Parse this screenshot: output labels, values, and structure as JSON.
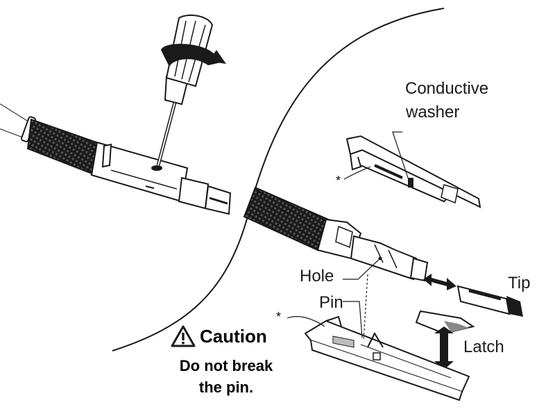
{
  "labels": {
    "conductive_washer_line1": "Conductive",
    "conductive_washer_line2": "washer",
    "hole": "Hole",
    "pin": "Pin",
    "tip": "Tip",
    "latch": "Latch",
    "asterisk_top": "*",
    "asterisk_bottom": "*"
  },
  "caution": {
    "title": "Caution",
    "line1": "Do not break",
    "line2": "the pin."
  },
  "colors": {
    "line": "#1a1a1a",
    "fill": "#ffffff",
    "shade": "#bdbdbd"
  },
  "icons": {
    "caution": "warning-triangle-icon",
    "rotation": "rotation-arrow-icon",
    "double_arrow": "double-arrow-icon"
  }
}
